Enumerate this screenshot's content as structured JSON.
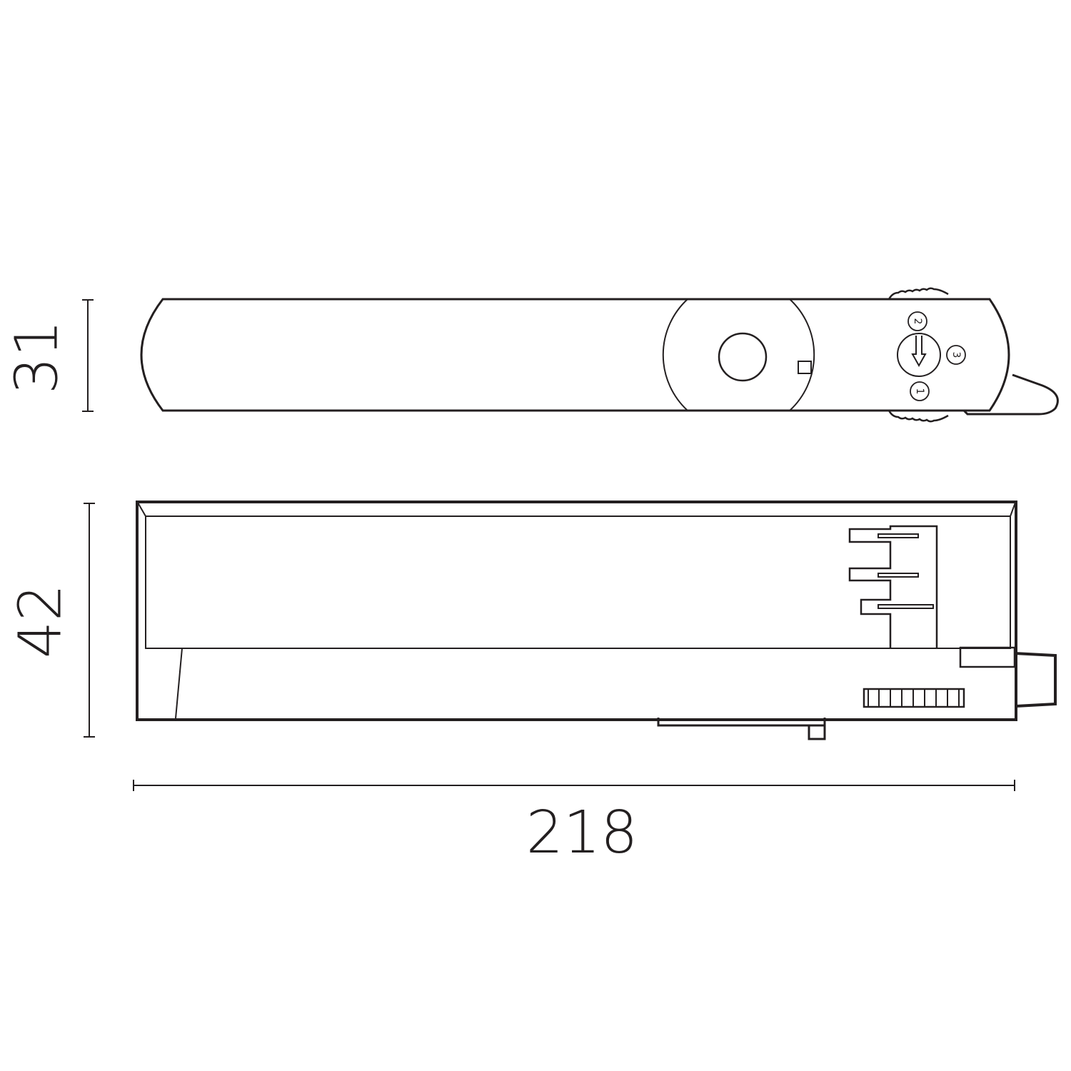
{
  "dimensions": {
    "height_top_view": "31",
    "height_side_view": "42",
    "length": "218"
  },
  "dial": {
    "positions": [
      "1",
      "2",
      "3"
    ]
  },
  "colors": {
    "line": "#231f20",
    "background": "#ffffff"
  }
}
